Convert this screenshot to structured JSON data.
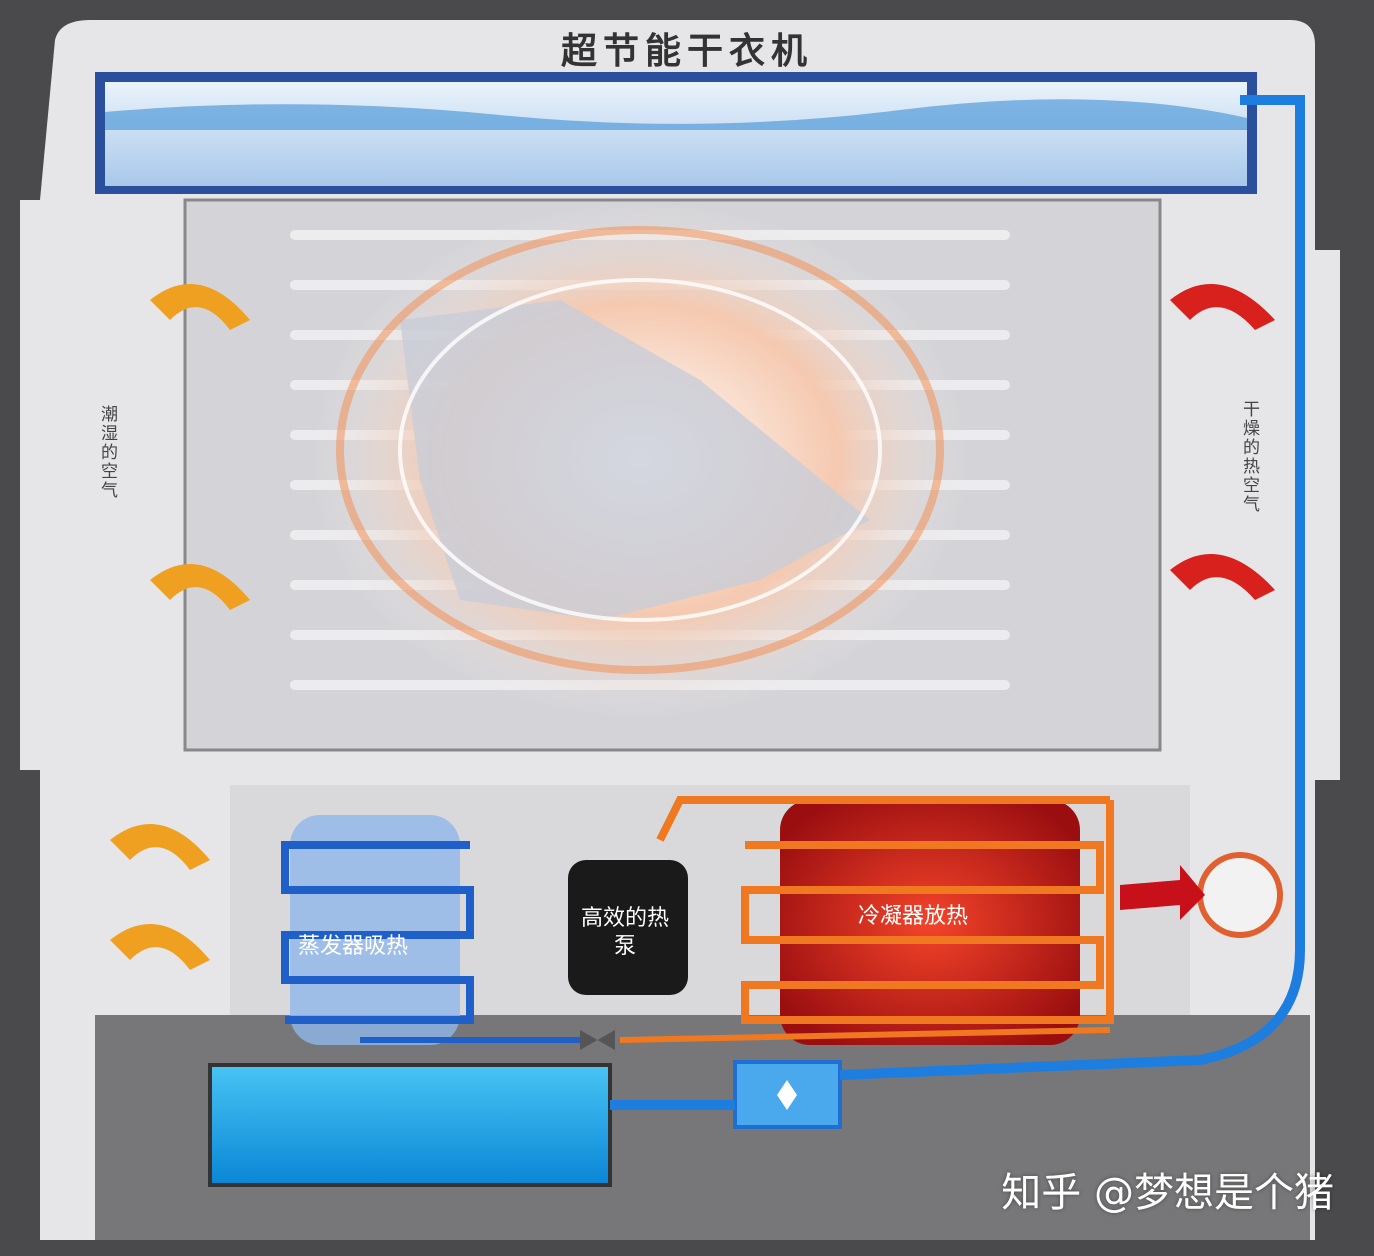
{
  "title": "超节能干衣机",
  "labels": {
    "humid_air": "潮湿的空气",
    "dry_hot_air": "干燥的热空气",
    "evaporator": "蒸发器吸热",
    "heat_pump": "高效的热泵",
    "condenser": "冷凝器放热"
  },
  "watermark": "知乎 @梦想是个猪",
  "colors": {
    "cold": "#1e6fd0",
    "hot": "#e8401a",
    "frame": "#4a4a4c",
    "water": "#1aa6e6"
  }
}
